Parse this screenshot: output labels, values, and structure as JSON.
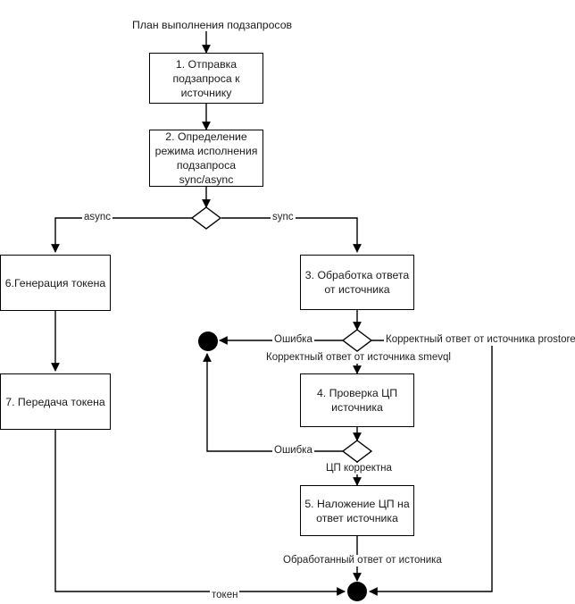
{
  "diagram": {
    "title": "План выполнения подзапросов",
    "nodes": [
      {
        "id": "step1",
        "label": "1. Отправка подзапроса к источнику",
        "type": "process"
      },
      {
        "id": "step2",
        "label": "2. Определение режима исполнения подзапроса sync/async",
        "type": "process"
      },
      {
        "id": "branch_sync",
        "label": "",
        "type": "decision"
      },
      {
        "id": "step6",
        "label": "6.Генерация токена",
        "type": "process"
      },
      {
        "id": "step7",
        "label": "7. Передача токена",
        "type": "process"
      },
      {
        "id": "step3",
        "label": "3. Обработка ответа от источника",
        "type": "process"
      },
      {
        "id": "branch_response",
        "label": "",
        "type": "decision"
      },
      {
        "id": "error_node",
        "label": "",
        "type": "end-node"
      },
      {
        "id": "step4",
        "label": "4. Проверка ЦП источника",
        "type": "process"
      },
      {
        "id": "branch_sign",
        "label": "",
        "type": "decision"
      },
      {
        "id": "step5",
        "label": "5. Наложение ЦП на ответ источника",
        "type": "process"
      },
      {
        "id": "final_node",
        "label": "",
        "type": "end-node"
      }
    ],
    "edge_labels": {
      "async": "async",
      "sync": "sync",
      "error_response": "Ошибка",
      "correct_prostore": "Корректный ответ от источника prostore",
      "correct_smevql": "Корректный ответ от источника smevql",
      "error_sign": "Ошибка",
      "sign_correct": "ЦП корректна",
      "processed_answer": "Обработанный ответ от истоника",
      "token": "токен"
    },
    "colors": {
      "stroke": "#000000",
      "text": "#1a1a1a",
      "background": "#ffffff",
      "node_fill": "#000000"
    }
  }
}
